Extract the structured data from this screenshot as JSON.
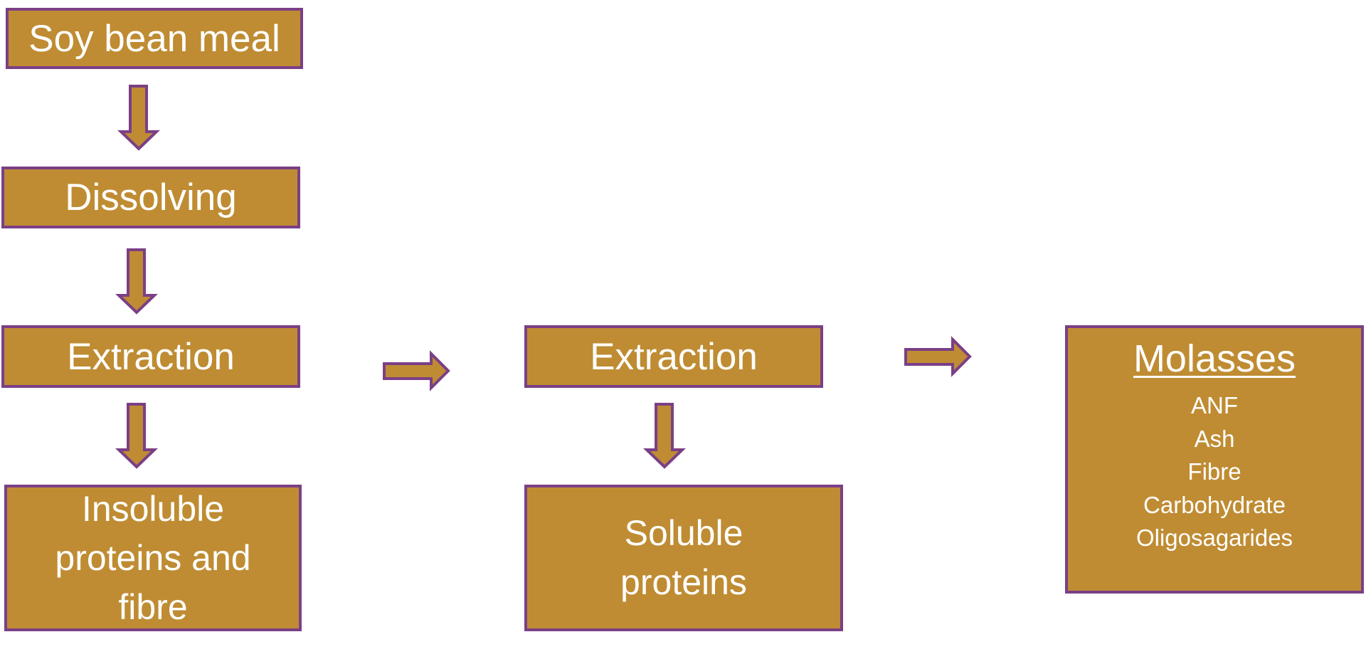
{
  "diagram": {
    "nodes": {
      "soy_bean_meal": "Soy bean meal",
      "dissolving": "Dissolving",
      "extraction_1": "Extraction",
      "insoluble": [
        "Insoluble",
        "proteins and",
        "fibre"
      ],
      "extraction_2": "Extraction",
      "soluble": [
        "Soluble",
        "proteins"
      ],
      "molasses": {
        "title": "Molasses",
        "items": [
          "ANF",
          "Ash",
          "Fibre",
          "Carbohydrate",
          "Oligosagarides"
        ]
      }
    },
    "edges": [
      {
        "from": "soy_bean_meal",
        "to": "dissolving",
        "direction": "down"
      },
      {
        "from": "dissolving",
        "to": "extraction_1",
        "direction": "down"
      },
      {
        "from": "extraction_1",
        "to": "insoluble",
        "direction": "down"
      },
      {
        "from": "extraction_1",
        "to": "extraction_2",
        "direction": "right"
      },
      {
        "from": "extraction_2",
        "to": "soluble",
        "direction": "down"
      },
      {
        "from": "extraction_2",
        "to": "molasses",
        "direction": "right"
      }
    ],
    "colors": {
      "box_fill": "#bf8c33",
      "box_border": "#7b3f86",
      "text": "#ffffff"
    }
  }
}
